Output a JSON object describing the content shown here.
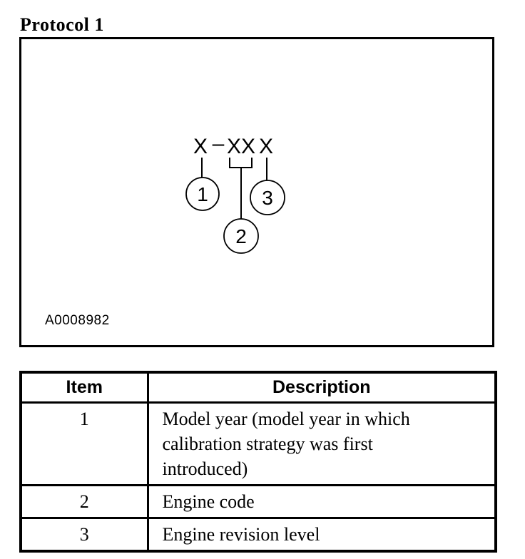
{
  "page": {
    "title": "Protocol 1"
  },
  "colors": {
    "background": "#ffffff",
    "ink": "#000000"
  },
  "figure": {
    "figure_id": "A0008982",
    "pattern": {
      "full": "X-XX X",
      "first": "X",
      "dash": "–",
      "middle": "XX",
      "last": "X"
    },
    "callouts": {
      "c1": "1",
      "c2": "2",
      "c3": "3"
    }
  },
  "table": {
    "headers": {
      "item": "Item",
      "description": "Description"
    },
    "rows": [
      {
        "item": "1",
        "description": "Model year (model year in which calibration strategy was first introduced)"
      },
      {
        "item": "2",
        "description": "Engine code"
      },
      {
        "item": "3",
        "description": "Engine revision level"
      }
    ]
  }
}
